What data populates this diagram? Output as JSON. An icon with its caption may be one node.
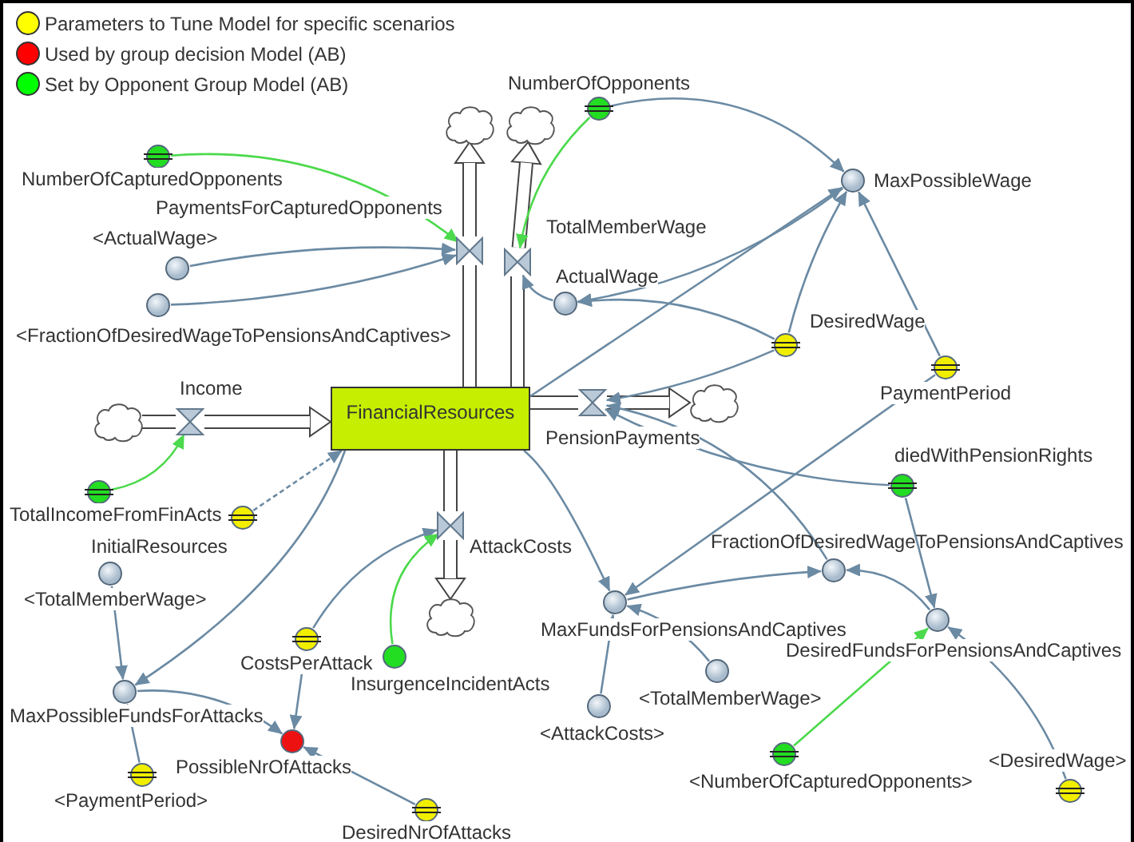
{
  "diagram": {
    "nodes": [
      {
        "text": [
          "NumberOfCapturedOpponents"
        ]
      },
      {
        "text": [],
        "shape": "cloud"
      },
      {
        "text": [],
        "shape": "cloud"
      },
      {
        "text": [
          "NumberOfOpponents"
        ]
      },
      {
        "text": [
          "PaymentsForCapturedOpponents"
        ]
      },
      {
        "text": [
          "TotalMemberWage"
        ]
      },
      {
        "text": [
          "<ActualWage>"
        ]
      },
      {
        "text": [
          "<FractionOfDesiredWageToPensionsAndCaptives>"
        ]
      },
      {
        "text": [
          "ActualWage"
        ]
      },
      {
        "text": [
          "MaxPossibleWage"
        ]
      },
      {
        "text": [
          "DesiredWage"
        ]
      },
      {
        "text": [
          "PaymentPeriod"
        ]
      },
      {
        "text": [],
        "shape": "cloud"
      },
      {
        "text": [
          "Income"
        ]
      },
      {
        "text": [
          "FinancialResources"
        ]
      },
      {
        "text": [
          "PensionPayments"
        ]
      },
      {
        "text": [],
        "shape": "cloud"
      },
      {
        "text": [
          "diedWithPensionRights"
        ]
      },
      {
        "text": [
          "TotalIncomeFromFinActs"
        ]
      },
      {
        "text": [
          "InitialResources"
        ]
      },
      {
        "text": [
          "AttackCosts"
        ]
      },
      {
        "text": [],
        "shape": "cloud"
      },
      {
        "text": [
          "FractionOfDesiredWageToPensionsAndCaptives"
        ]
      },
      {
        "text": [
          "<TotalMemberWage>"
        ]
      },
      {
        "text": [
          "MaxFundsForPensionsAndCaptives"
        ]
      },
      {
        "text": [
          "DesiredFundsForPensionsAndCaptives"
        ]
      },
      {
        "text": [
          "CostsPerAttack"
        ]
      },
      {
        "text": [
          "InsurgenceIncidentActs"
        ]
      },
      {
        "text": [
          "<TotalMemberWage>"
        ]
      },
      {
        "text": [
          "MaxPossibleFundsForAttacks"
        ]
      },
      {
        "text": [
          "<AttackCosts>"
        ]
      },
      {
        "text": [
          "PossibleNrOfAttacks"
        ]
      },
      {
        "text": [
          "<PaymentPeriod>"
        ]
      },
      {
        "text": [
          "<NumberOfCapturedOpponents>"
        ]
      },
      {
        "text": [
          "<DesiredWage>"
        ]
      },
      {
        "text": [
          "DesiredNrOfAttacks"
        ]
      }
    ],
    "edges": [
      {
        "from": 14,
        "to": 4,
        "arrow": "none",
        "style": "thick",
        "color": "#444444"
      },
      {
        "from": 4,
        "to": 1,
        "arrow": "to",
        "style": "thick",
        "color": "#444444"
      },
      {
        "from": 14,
        "to": 5,
        "arrow": "none",
        "style": "thick",
        "color": "#444444"
      },
      {
        "from": 5,
        "to": 2,
        "arrow": "to",
        "style": "thick",
        "color": "#444444"
      },
      {
        "from": 12,
        "to": 13,
        "arrow": "none",
        "style": "thick",
        "color": "#444444"
      },
      {
        "from": 13,
        "to": 14,
        "arrow": "to",
        "style": "thick",
        "color": "#444444"
      },
      {
        "from": 14,
        "to": 15,
        "arrow": "none",
        "style": "thick",
        "color": "#444444"
      },
      {
        "from": 15,
        "to": 16,
        "arrow": "to",
        "style": "thick",
        "color": "#444444"
      },
      {
        "from": 14,
        "to": 20,
        "arrow": "none",
        "style": "thick",
        "color": "#444444"
      },
      {
        "from": 20,
        "to": 21,
        "arrow": "to",
        "style": "thick",
        "color": "#444444"
      },
      {
        "from": 0,
        "to": 4,
        "arrow": "to",
        "color": "#4cd94c"
      },
      {
        "from": 6,
        "to": 4,
        "arrow": "to"
      },
      {
        "from": 7,
        "to": 4,
        "arrow": "to"
      },
      {
        "from": 3,
        "to": 5,
        "arrow": "to",
        "color": "#4cd94c"
      },
      {
        "from": 8,
        "to": 5,
        "arrow": "to"
      },
      {
        "from": 3,
        "to": 9,
        "arrow": "to"
      },
      {
        "from": 9,
        "to": 8,
        "arrow": "to"
      },
      {
        "from": 14,
        "to": 9,
        "arrow": "to"
      },
      {
        "from": 10,
        "to": 8,
        "arrow": "to"
      },
      {
        "from": 10,
        "to": 9,
        "arrow": "to"
      },
      {
        "from": 11,
        "to": 9,
        "arrow": "to"
      },
      {
        "from": 10,
        "to": 15,
        "arrow": "to"
      },
      {
        "from": 17,
        "to": 15,
        "arrow": "to"
      },
      {
        "from": 22,
        "to": 15,
        "arrow": "to"
      },
      {
        "from": 14,
        "to": 24,
        "arrow": "to"
      },
      {
        "from": 11,
        "to": 24,
        "arrow": "to"
      },
      {
        "from": 24,
        "to": 22,
        "arrow": "to"
      },
      {
        "from": 25,
        "to": 22,
        "arrow": "to"
      },
      {
        "from": 17,
        "to": 25,
        "arrow": "to"
      },
      {
        "from": 33,
        "to": 25,
        "arrow": "to",
        "color": "#4cd94c"
      },
      {
        "from": 34,
        "to": 25,
        "arrow": "to"
      },
      {
        "from": 28,
        "to": 24,
        "arrow": "to"
      },
      {
        "from": 30,
        "to": 24,
        "arrow": "to"
      },
      {
        "from": 18,
        "to": 13,
        "arrow": "to",
        "color": "#4cd94c"
      },
      {
        "from": 19,
        "to": 14,
        "arrow": "to",
        "style": "dashed"
      },
      {
        "from": 23,
        "to": 29,
        "arrow": "to"
      },
      {
        "from": 14,
        "to": 29,
        "arrow": "to"
      },
      {
        "from": 32,
        "to": 29,
        "arrow": "to"
      },
      {
        "from": 29,
        "to": 31,
        "arrow": "to"
      },
      {
        "from": 26,
        "to": 31,
        "arrow": "to"
      },
      {
        "from": 35,
        "to": 31,
        "arrow": "to"
      },
      {
        "from": 26,
        "to": 20,
        "arrow": "to"
      },
      {
        "from": 27,
        "to": 20,
        "arrow": "to",
        "color": "#4cd94c"
      }
    ],
    "legend": [
      {
        "text": "Parameters to Tune Model for specific scenarios",
        "color": "#ffff00"
      },
      {
        "text": "Used by group decision Model (AB)",
        "color": "#ff0000"
      },
      {
        "text": "Set by Opponent Group Model (AB)",
        "color": "#00ff00"
      }
    ]
  }
}
